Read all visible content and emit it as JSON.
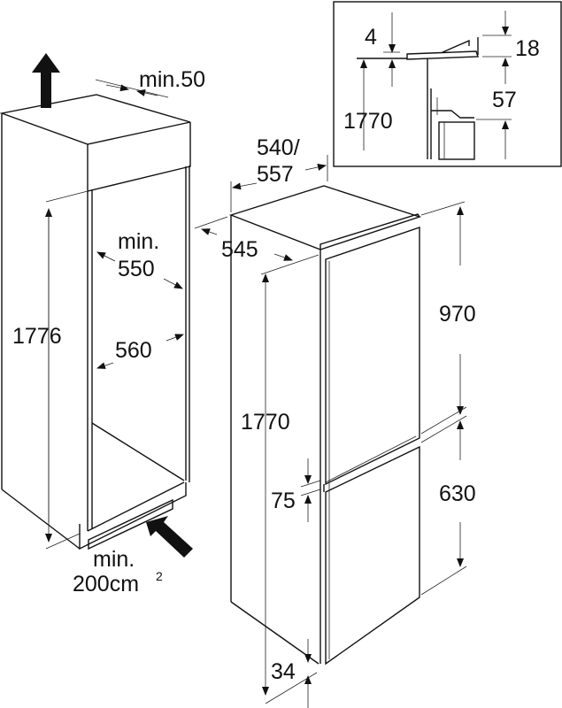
{
  "cabinet": {
    "top_clearance": "min.50",
    "height": "1776",
    "depth_label_1": "min.",
    "depth_label_2": "550",
    "width": "560",
    "vent_label_1": "min.",
    "vent_label_2": "200cm",
    "vent_label_sup": "2"
  },
  "appliance": {
    "width_label_1": "540/",
    "width_label_2": "557",
    "depth": "545",
    "height": "1770",
    "upper_door": "970",
    "lower_door": "630",
    "door_gap": "75",
    "bottom_offset": "34"
  },
  "detail_inset": {
    "gap_top": "4",
    "hinge_height": "18",
    "height": "1770",
    "offset": "57"
  }
}
